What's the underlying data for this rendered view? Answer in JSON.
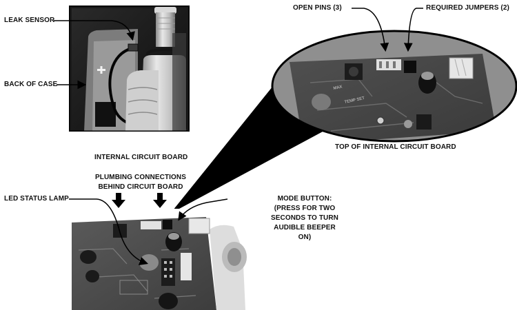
{
  "labels": {
    "leak_sensor": "LEAK SENSOR",
    "back_of_case": "BACK OF CASE",
    "open_pins": "OPEN PINS (3)",
    "required_jumpers": "REQUIRED JUMPERS (2)",
    "top_of_board": "TOP OF INTERNAL CIRCUIT BOARD",
    "internal_circuit_board": "INTERNAL CIRCUIT BOARD",
    "plumbing_line1": "PLUMBING CONNECTIONS",
    "plumbing_line2": "BEHIND CIRCUIT BOARD",
    "led_status_lamp": "LED STATUS LAMP",
    "mode_line1": "MODE BUTTON:",
    "mode_line2": "(PRESS FOR TWO",
    "mode_line3": "SECONDS TO TURN",
    "mode_line4": "AUDIBLE BEEPER",
    "mode_line5": "ON)"
  },
  "board_silkscreen": {
    "max": "MAX",
    "temp_set": "TEMP SET"
  }
}
